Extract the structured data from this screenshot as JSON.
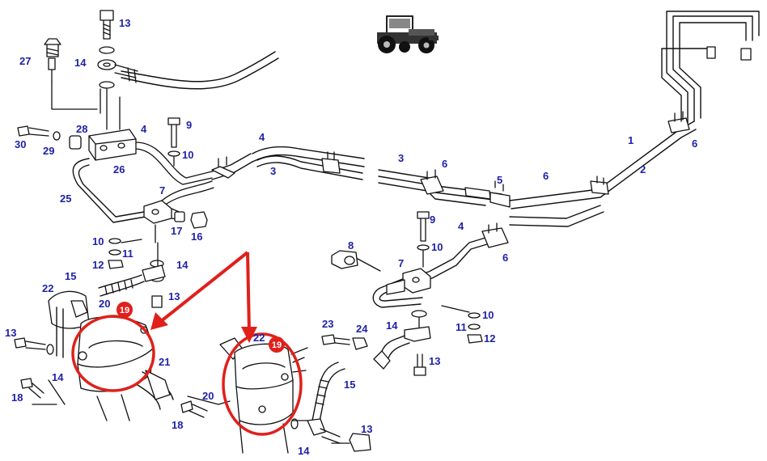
{
  "diagram": {
    "colors": {
      "label": "#1f22a8",
      "line": "#111111",
      "highlight": "#e0201b",
      "badge": "#e0201b"
    },
    "labels": [
      {
        "id": "l13a",
        "text": "13"
      },
      {
        "id": "l27",
        "text": "27"
      },
      {
        "id": "l14a",
        "text": "14"
      },
      {
        "id": "l9a",
        "text": "9"
      },
      {
        "id": "l10a",
        "text": "10"
      },
      {
        "id": "l28",
        "text": "28"
      },
      {
        "id": "l4a",
        "text": "4"
      },
      {
        "id": "l30",
        "text": "30"
      },
      {
        "id": "l29",
        "text": "29"
      },
      {
        "id": "l26",
        "text": "26"
      },
      {
        "id": "l25",
        "text": "25"
      },
      {
        "id": "l7a",
        "text": "7"
      },
      {
        "id": "l17",
        "text": "17"
      },
      {
        "id": "l16",
        "text": "16"
      },
      {
        "id": "l10b",
        "text": "10"
      },
      {
        "id": "l11a",
        "text": "11"
      },
      {
        "id": "l12a",
        "text": "12"
      },
      {
        "id": "l15a",
        "text": "15"
      },
      {
        "id": "l14b",
        "text": "14"
      },
      {
        "id": "l22a",
        "text": "22"
      },
      {
        "id": "l13b",
        "text": "13"
      },
      {
        "id": "l20a",
        "text": "20"
      },
      {
        "id": "l13c",
        "text": "13"
      },
      {
        "id": "l21",
        "text": "21"
      },
      {
        "id": "l14c",
        "text": "14"
      },
      {
        "id": "l18a",
        "text": "18"
      },
      {
        "id": "l4b",
        "text": "4"
      },
      {
        "id": "l3a",
        "text": "3"
      },
      {
        "id": "l3b",
        "text": "3"
      },
      {
        "id": "l6a",
        "text": "6"
      },
      {
        "id": "l5",
        "text": "5"
      },
      {
        "id": "l6b",
        "text": "6"
      },
      {
        "id": "l1",
        "text": "1"
      },
      {
        "id": "l2",
        "text": "2"
      },
      {
        "id": "l6c",
        "text": "6"
      },
      {
        "id": "l9b",
        "text": "9"
      },
      {
        "id": "l10c",
        "text": "10"
      },
      {
        "id": "l4c",
        "text": "4"
      },
      {
        "id": "l6d",
        "text": "6"
      },
      {
        "id": "l8",
        "text": "8"
      },
      {
        "id": "l7b",
        "text": "7"
      },
      {
        "id": "l10d",
        "text": "10"
      },
      {
        "id": "l11b",
        "text": "11"
      },
      {
        "id": "l12b",
        "text": "12"
      },
      {
        "id": "l23",
        "text": "23"
      },
      {
        "id": "l24",
        "text": "24"
      },
      {
        "id": "l14d",
        "text": "14"
      },
      {
        "id": "l22b",
        "text": "22"
      },
      {
        "id": "l13d",
        "text": "13"
      },
      {
        "id": "l15b",
        "text": "15"
      },
      {
        "id": "l20b",
        "text": "20"
      },
      {
        "id": "l18b",
        "text": "18"
      },
      {
        "id": "l14e",
        "text": "14"
      },
      {
        "id": "l13e",
        "text": "13"
      }
    ],
    "badges": [
      {
        "id": "b1",
        "text": "19"
      },
      {
        "id": "b2",
        "text": "19"
      }
    ],
    "icons": {
      "tractor": "tractor-icon"
    }
  }
}
